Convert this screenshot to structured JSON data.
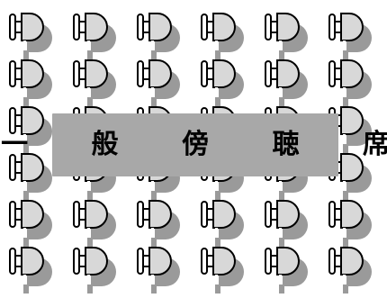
{
  "sign": {
    "banner_text": "一 般 傍 聴 席"
  },
  "seating": {
    "rows": 6,
    "columns": 6,
    "icon": "chair-icon"
  },
  "colors": {
    "background": "#ffffff",
    "banner": "#a8a8a8",
    "banner_text": "#000000",
    "seat_fill": "#d8d8d8",
    "seat_shadow": "#9a9a9a",
    "seat_outline": "#000000"
  }
}
